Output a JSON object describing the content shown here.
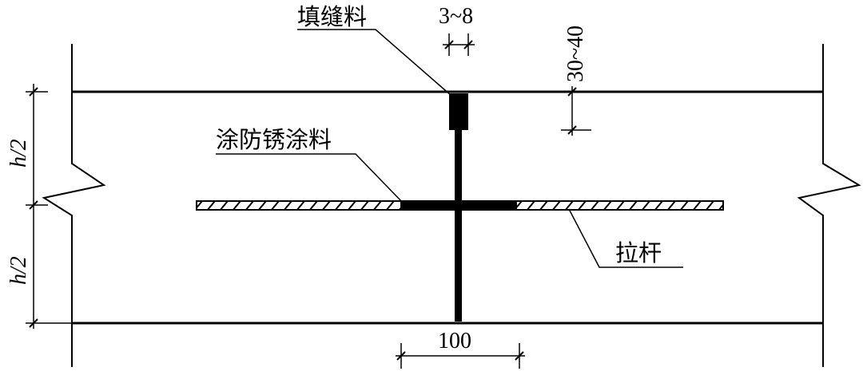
{
  "labels": {
    "sealant": "填缝料",
    "antirust": "涂防锈涂料",
    "tie_bar": "拉杆"
  },
  "dimensions": {
    "gap_width": "3~8",
    "sealant_depth": "30~40",
    "coated_length": "100",
    "half_thickness_top": "h/2",
    "half_thickness_bottom": "h/2"
  }
}
